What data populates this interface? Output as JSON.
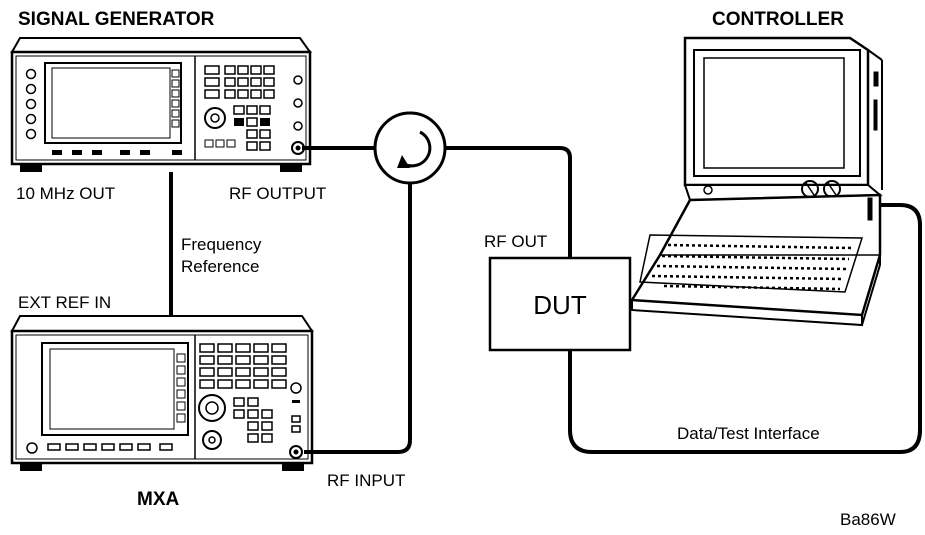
{
  "diagram": {
    "instruments": {
      "signal_generator": {
        "title": "SIGNAL GENERATOR"
      },
      "controller": {
        "title": "CONTROLLER"
      },
      "analyzer": {
        "title": "MXA"
      }
    },
    "ports": {
      "ten_mhz_out": "10 MHz OUT",
      "rf_output": "RF OUTPUT",
      "ext_ref_in": "EXT REF IN",
      "rf_input": "RF INPUT",
      "rf_out": "RF OUT"
    },
    "connections": {
      "frequency_reference_line1": "Frequency",
      "frequency_reference_line2": "Reference",
      "data_test_interface": "Data/Test Interface"
    },
    "dut_label": "DUT",
    "figure_id": "Ba86W"
  }
}
